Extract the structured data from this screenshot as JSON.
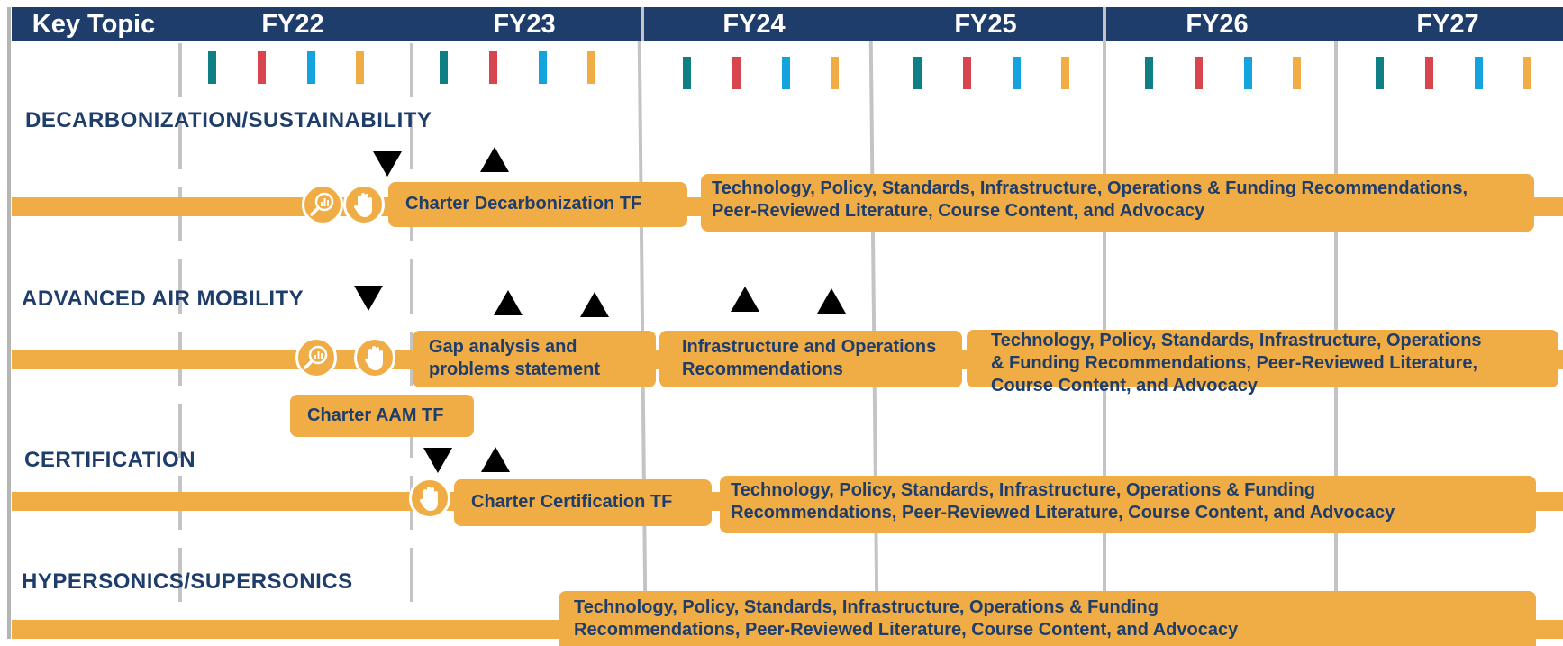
{
  "header": {
    "key_topic": "Key Topic",
    "years": [
      "FY22",
      "FY23",
      "FY24",
      "FY25",
      "FY26",
      "FY27"
    ]
  },
  "tick_colors": [
    "#0f7f86",
    "#d9454f",
    "#14a3dc",
    "#f0ad45"
  ],
  "colors": {
    "header_bg": "#1f3d6b",
    "bar": "#f0ad45",
    "text": "#1f3d6b",
    "divider": "#c4c4c4"
  },
  "sections": {
    "decarbonization": {
      "title": "DECARBONIZATION/SUSTAINABILITY",
      "charter": "Charter Decarbonization  TF",
      "deliverable_line1": "Technology, Policy, Standards, Infrastructure, Operations & Funding Recommendations,",
      "deliverable_line2": "Peer-Reviewed Literature, Course Content, and Advocacy",
      "icons": [
        "analysis-icon",
        "hand-raise-icon"
      ]
    },
    "aam": {
      "title": "ADVANCED AIR MOBILITY",
      "gap_line1": "Gap analysis and",
      "gap_line2": "problems statement",
      "infra_line1": "Infrastructure and Operations",
      "infra_line2": "Recommendations",
      "deliverable_line1": "Technology, Policy, Standards, Infrastructure, Operations",
      "deliverable_line2": "& Funding Recommendations, Peer-Reviewed Literature,",
      "deliverable_line3": "Course Content, and Advocacy",
      "charter": "Charter AAM  TF",
      "icons": [
        "analysis-icon",
        "hand-raise-icon"
      ]
    },
    "certification": {
      "title": "CERTIFICATION",
      "charter": "Charter Certification  TF",
      "deliverable_line1": "Technology, Policy, Standards, Infrastructure, Operations & Funding",
      "deliverable_line2": "Recommendations, Peer-Reviewed Literature, Course Content, and Advocacy",
      "icons": [
        "hand-raise-icon"
      ]
    },
    "hypersonics": {
      "title": "HYPERSONICS/SUPERSONICS",
      "deliverable_line1": "Technology, Policy, Standards, Infrastructure, Operations & Funding",
      "deliverable_line2": "Recommendations, Peer-Reviewed Literature, Course Content, and Advocacy"
    }
  }
}
